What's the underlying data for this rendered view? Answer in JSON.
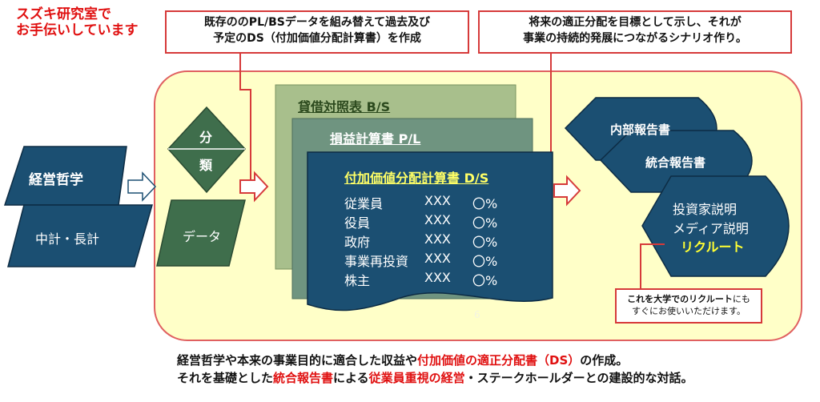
{
  "header": {
    "studio_lines": [
      "スズキ研究室で",
      "お手伝いしています"
    ]
  },
  "callouts": {
    "left_lines": [
      "既存ののPL/BSデータを組み替えて過去及び",
      "予定のDS（付加価値分配計算書）を作成"
    ],
    "right_lines": [
      "将来の適正分配を目標として示し、それが",
      "事業の持続的発展につながるシナリオ作り。"
    ]
  },
  "left_shapes": {
    "philosophy": "経営哲学",
    "plans": "中計・長計",
    "classify_1": "分",
    "classify_2": "類",
    "data": "データ"
  },
  "statements": {
    "bs": "貸借対照表 B/S",
    "pl": "損益計算書 P/L",
    "ds": "付加価値分配計算書 D/S",
    "rows": [
      {
        "name": "従業員",
        "amount": "XXX",
        "pct": "〇%"
      },
      {
        "name": "役員",
        "amount": "XXX",
        "pct": "〇%"
      },
      {
        "name": "政府",
        "amount": "XXX",
        "pct": "〇%"
      },
      {
        "name": "事業再投資",
        "amount": "XXX",
        "pct": "〇%"
      },
      {
        "name": "株主",
        "amount": "XXX",
        "pct": "〇%"
      }
    ],
    "page_marker": "6"
  },
  "reports": {
    "internal": "内部報告書",
    "integrated": "統合報告書",
    "investor_1": "投資家説明",
    "investor_2": "メディア説明",
    "recruit": "リクルート"
  },
  "note": {
    "bold_part": "これを大学でのリクルート",
    "rest_1": "にも",
    "line_2": "すぐにお使いいただけます。"
  },
  "bottom": {
    "line1_a": "経営哲学や本来の事業目的に適合した収益や",
    "line1_red": "付加価値の適正分配書（DS）",
    "line1_b": "の作成。",
    "line2_a": "それを基礎とした",
    "line2_red1": "統合報告書",
    "line2_b": "による",
    "line2_red2": "従業員重視の経営",
    "line2_c": "・ステークホールダーとの建設的な対話。"
  },
  "colors": {
    "navy": "#1b4f72",
    "green_dark": "#3f6e4c",
    "bs_sheet": "#a8bf8c",
    "pl_sheet": "#6f9480",
    "panel_bg": "#ffffc8",
    "accent_red": "#e01010"
  }
}
